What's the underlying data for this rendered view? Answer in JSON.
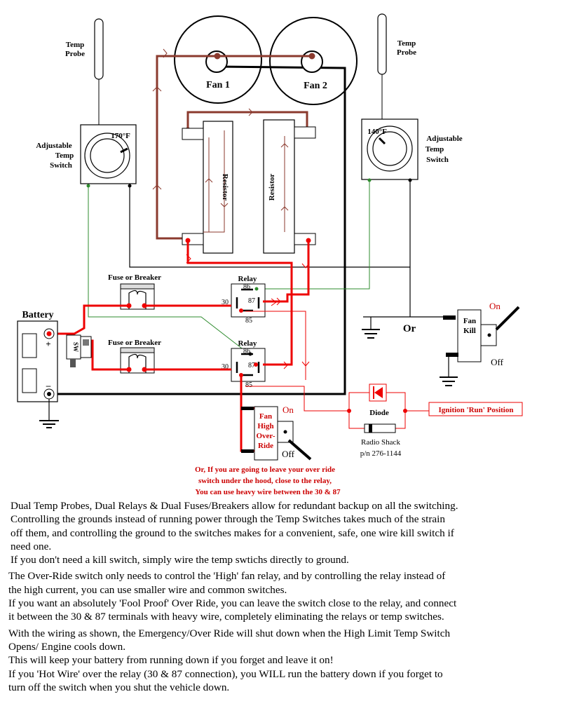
{
  "diagram": {
    "fan1": "Fan 1",
    "fan2": "Fan 2",
    "probe_left": [
      "Temp",
      "Probe"
    ],
    "probe_right": [
      "Temp",
      "Probe"
    ],
    "switch_left": {
      "lines": [
        "Adjustable",
        "Temp",
        "Switch"
      ],
      "temp": "170°F"
    },
    "switch_right": {
      "lines": [
        "Adjustable",
        "Temp",
        "Switch"
      ],
      "temp": "140°F"
    },
    "resistor": "Resistor",
    "fuse_top": "Fuse or Breaker",
    "fuse_bottom": "Fuse or Breaker",
    "relay_top": {
      "title": "Relay",
      "t86": "86",
      "t30": "30",
      "t87": "87",
      "t85": "85"
    },
    "relay_bottom": {
      "title": "Relay",
      "t86": "86",
      "t30": "30",
      "t87": "87",
      "t85": "85"
    },
    "battery": {
      "title": "Battery",
      "plus": "+",
      "minus": "–"
    },
    "sw_label": "SW",
    "or_label": "Or",
    "fan_kill": {
      "lines": [
        "Fan",
        "Kill"
      ],
      "on": "On",
      "off": "Off"
    },
    "override": {
      "lines": [
        "Fan",
        "High",
        "Over-",
        "Ride"
      ],
      "on": "On",
      "off": "Off"
    },
    "diode": {
      "label": "Diode",
      "source": [
        "Radio Shack",
        "p/n 276-1144"
      ]
    },
    "ignition": "Ignition 'Run' Position",
    "red_note": [
      "Or, If you are going to leave your over ride",
      "switch under the hood, close to the relay,",
      "You can use heavy wire between the 30 & 87"
    ]
  },
  "notes": {
    "block1": [
      "Dual Temp Probes, Dual Relays & Dual Fuses/Breakers allow for redundant backup on all the switching.",
      "Controlling the grounds instead of running power through the Temp Switches takes much of the strain",
      "off them, and controlling the ground to the switches makes for a convenient, safe, one wire kill switch if",
      "need one.",
      "If you don't need a kill switch, simply wire the temp swtichs directly to ground."
    ],
    "block2": [
      "The Over-Ride switch only needs to control the 'High' fan relay, and by controlling the relay instead of",
      "the high current, you can use smaller wire and common switches.",
      "If you want an absolutely 'Fool Proof' Over Ride, you can leave the switch close to the relay, and connect",
      "it between the 30 & 87 terminals with heavy wire, completely eliminating the relays or temp switches."
    ],
    "block3": [
      "With the wiring as shown, the Emergency/Over Ride will shut down when the High Limit Temp Switch",
      "Opens/ Engine cools down.",
      "This will keep your battery from running down if you forget and leave it on!",
      "If you 'Hot Wire' over the relay (30 & 87 connection), you WILL run the battery down if you forget to",
      "turn off the switch when you shut the vehicle down."
    ]
  },
  "colors": {
    "red": "#ee0000",
    "brown": "#8b3a2e",
    "green": "#2e8b2e",
    "black": "#000000"
  }
}
